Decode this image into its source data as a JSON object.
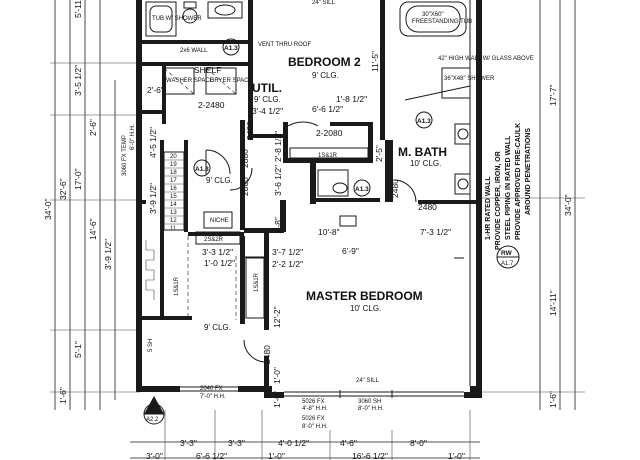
{
  "rooms": {
    "bedroom2": {
      "name": "BEDROOM 2",
      "clg": "9' CLG."
    },
    "util": {
      "name": "UTIL.",
      "clg": "9' CLG."
    },
    "mbath": {
      "name": "M. BATH",
      "clg": "10' CLG."
    },
    "master": {
      "name": "MASTER BEDROOM",
      "clg": "10' CLG."
    },
    "stair_clg": "9' CLG.",
    "hall_clg": "9' CLG."
  },
  "fixtures": {
    "tub": "TUB W/ SHOWER",
    "freestanding_tub": "FREESTANDING TUB",
    "tub_size": "30\"X60\"",
    "shower": "36\"X48\" SHOWER",
    "wall_2x6": "2x6 WALL",
    "vent": "VENT THRU ROOF",
    "shelf": "SHELF",
    "washer": "WASHER SPACE",
    "dryer": "DRYER SPACE",
    "niche": "NICHE",
    "sill_top": "24\" SILL",
    "sill_bottom": "24\" SILL",
    "glass_note": "42\" HIGH WALL W/ GLASS ABOVE"
  },
  "doors": {
    "d1": "2-2480",
    "d2": "2-2080",
    "d3": "2480",
    "d4": "2880",
    "d5": "2880",
    "d6": "2480",
    "d7": "2480",
    "d8": "2480",
    "d9": "2480",
    "fx_temp": "3060 FX TEMP",
    "fx_temp_hh": "6'-0\" H.H.",
    "w_2040": "2040 FX",
    "w_2040_hh": "7'-0\" H.H.",
    "w_5026a": "5026 FX",
    "w_5026a_hh": "4'-8\" H.H.",
    "w_3060": "3060 SH",
    "w_3060_hh": "8'-0\" H.H.",
    "w_5026b": "5026 FX",
    "w_5026b_hh": "8'-0\" H.H."
  },
  "shelving": {
    "s1": "1S&1R",
    "s2": "2S&2R",
    "s3": "1S&1R",
    "s4": "1S&1R",
    "s5": "5 SH",
    "s6": "5 SH"
  },
  "tags": {
    "a13": "A1.3",
    "a17": "A1.7",
    "a22": "A2.2",
    "rw": "RW",
    "a": "A"
  },
  "note": {
    "line1": "1-HR RATED WALL",
    "line2": "PROVIDE COPPER, IRON, OR",
    "line3": "STEEL PIPING IN RATED WALL",
    "line4": "PROVIDE APPROVED FIRE-CAULK",
    "line5": "AROUND PENETRATIONS"
  },
  "stairs": [
    "20",
    "19",
    "18",
    "17",
    "16",
    "15",
    "14",
    "13",
    "12",
    "11"
  ],
  "dims": {
    "left": {
      "d1": "5'-11 1/2\"",
      "d2": "3'-5 1/2\"",
      "d3": "2'-6\"",
      "d4": "17'-0\"",
      "d5": "14'-6\"",
      "d6": "32'-6\"",
      "d7": "34'-0\"",
      "d8": "5'-1\"",
      "d9": "1'-6\"",
      "d10": "3'-9 1/2\""
    },
    "right": {
      "d1": "11'-5\"",
      "d2": "11'-5\"",
      "d3": "17'-7\"",
      "d4": "34'-0\"",
      "d5": "14'-11\"",
      "d6": "1'-6\""
    },
    "inner": {
      "i1": "2'-6\"",
      "i2": "3'-4 1/2\"",
      "i3": "6'-6 1/2\"",
      "i4": "1'-8 1/2\"",
      "i5": "2'-8 1/2\"",
      "i6": "2'-5\"",
      "i7": "4'-5 1/2\"",
      "i8": "3'-9 1/2\"",
      "i9": "3'-6 1/2\"",
      "i10": "1'-8\"",
      "i11": "10'-8\"",
      "i12": "7'-3 1/2\"",
      "i13": "3'-3 1/2\"",
      "i14": "1'-0 1/2\"",
      "i15": "3'-7 1/2\"",
      "i16": "2'-2 1/2\"",
      "i17": "6'-9\"",
      "i18": "12'-2\"",
      "i19": "1'-0\"",
      "i20": "1'-6\""
    },
    "bottom": {
      "b1": "3'-3\"",
      "b2": "3'-3\"",
      "b3": "4'-0 1/2\"",
      "b4": "4'-6\"",
      "b5": "8'-0\"",
      "b6": "3'-0\"",
      "b7": "6'-6 1/2\"",
      "b8": "1'-0\"",
      "b9": "16'-6 1/2\"",
      "b10": "1'-0\""
    }
  }
}
